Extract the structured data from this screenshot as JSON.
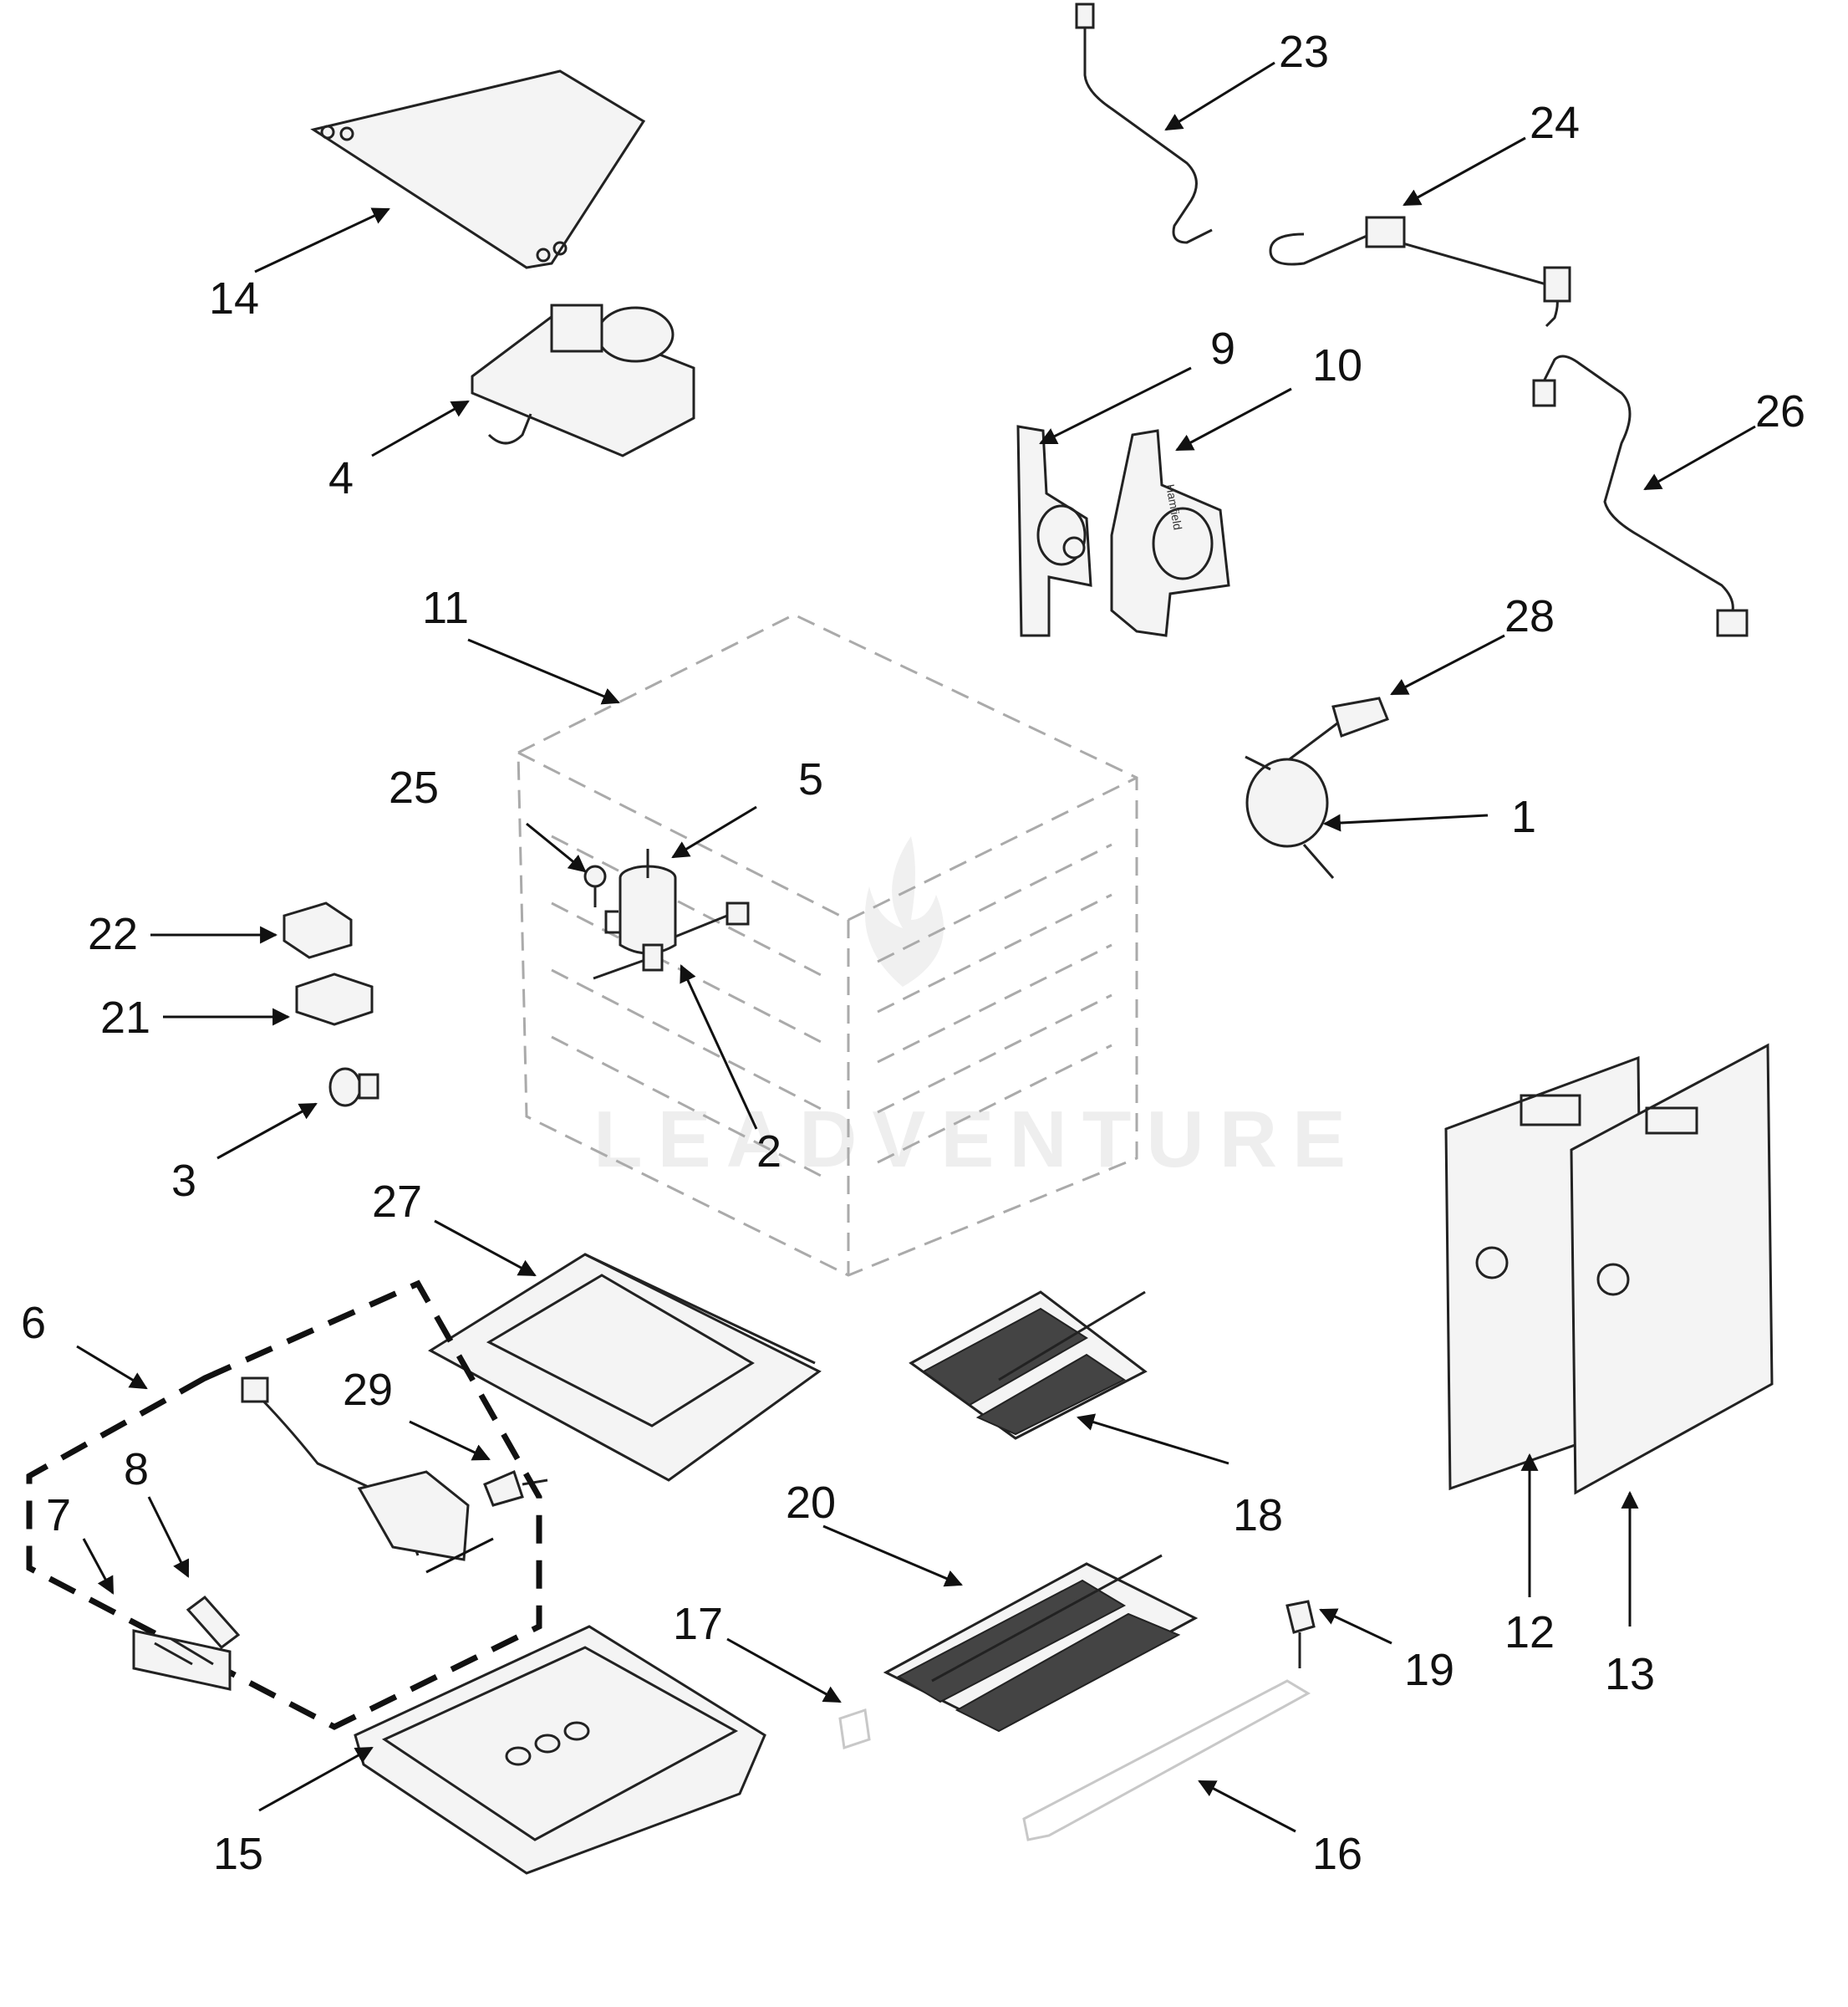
{
  "watermark": {
    "text": "LEADVENTURE",
    "color": "#eeeeee"
  },
  "callouts": {
    "c1": "1",
    "c2": "2",
    "c3": "3",
    "c4": "4",
    "c5": "5",
    "c6": "6",
    "c7": "7",
    "c8": "8",
    "c9": "9",
    "c10": "10",
    "c11": "11",
    "c12": "12",
    "c13": "13",
    "c14": "14",
    "c15": "15",
    "c16": "16",
    "c17": "17",
    "c18": "18",
    "c19": "19",
    "c20": "20",
    "c21": "21",
    "c22": "22",
    "c23": "23",
    "c24": "24",
    "c25": "25",
    "c26": "26",
    "c27": "27",
    "c28": "28",
    "c29": "29"
  },
  "colors": {
    "line": "#111111",
    "faded": "#aaaaaa",
    "background": "#ffffff"
  }
}
